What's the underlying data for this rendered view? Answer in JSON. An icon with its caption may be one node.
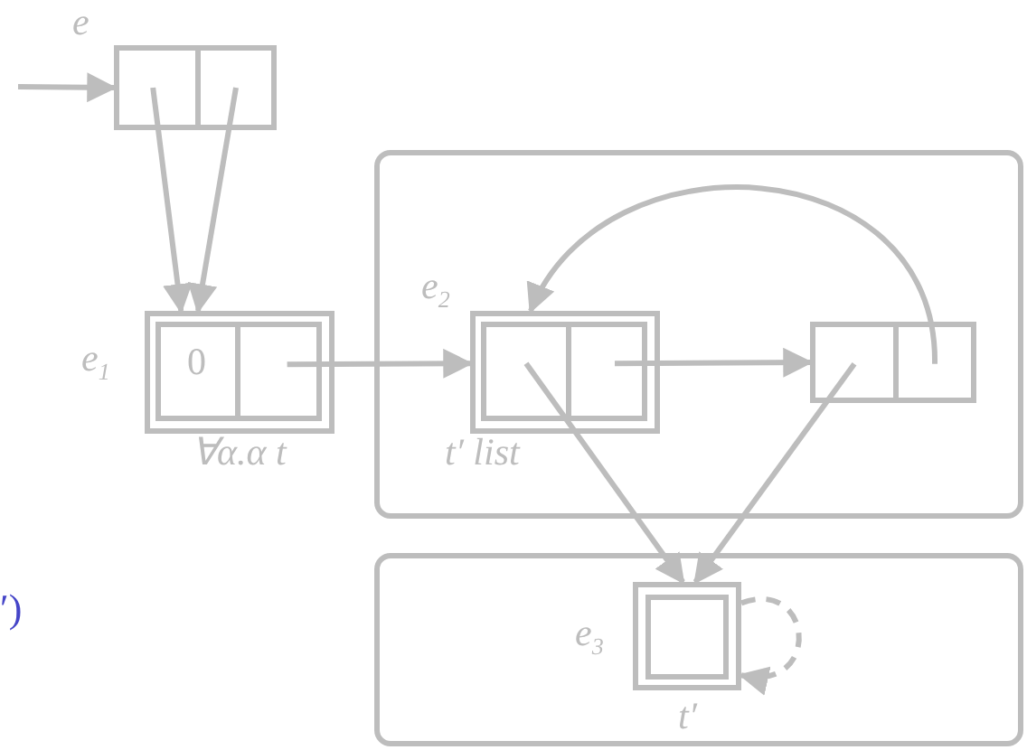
{
  "diagram": {
    "nodes": [
      {
        "text": [
          "e"
        ]
      },
      {
        "text": [],
        "shape": "box",
        "in": 0
      },
      {
        "text": [],
        "shape": "box",
        "in": 0
      },
      {
        "text": [
          "e$_{1}$",
          "∀α.α t"
        ]
      },
      {
        "text": [
          "0"
        ],
        "in": 3
      },
      {
        "text": [],
        "shape": "box",
        "in": 3
      },
      {
        "text": [],
        "shape": "box"
      },
      {
        "text": [
          "e$_{2}$",
          "t′ list"
        ],
        "in": 6
      },
      {
        "text": [],
        "shape": "box",
        "in": 7
      },
      {
        "text": [],
        "shape": "box",
        "in": 7
      },
      {
        "text": [],
        "shape": "box",
        "in": 6
      },
      {
        "text": [],
        "shape": "box",
        "in": 10
      },
      {
        "text": [],
        "shape": "box",
        "in": 10
      },
      {
        "text": [],
        "shape": "box"
      },
      {
        "text": [
          "e$_{3}$",
          "t′"
        ],
        "in": 13
      },
      {
        "text": [],
        "shape": "box",
        "in": 14
      }
    ],
    "edges": [
      {
        "from": null,
        "to": 0,
        "arrow": "to"
      },
      {
        "from": 1,
        "to": 4,
        "arrow": "to"
      },
      {
        "from": 2,
        "to": 4,
        "arrow": "to"
      },
      {
        "from": 5,
        "to": 8,
        "arrow": "to"
      },
      {
        "from": 9,
        "to": 11,
        "arrow": "to"
      },
      {
        "from": 12,
        "to": 8,
        "arrow": "to"
      },
      {
        "from": 8,
        "to": 15,
        "arrow": "to"
      },
      {
        "from": 11,
        "to": 15,
        "arrow": "to"
      },
      {
        "from": 15,
        "to": 15,
        "arrow": "to",
        "style": "dashed"
      }
    ],
    "labels": [
      "′)"
    ]
  }
}
